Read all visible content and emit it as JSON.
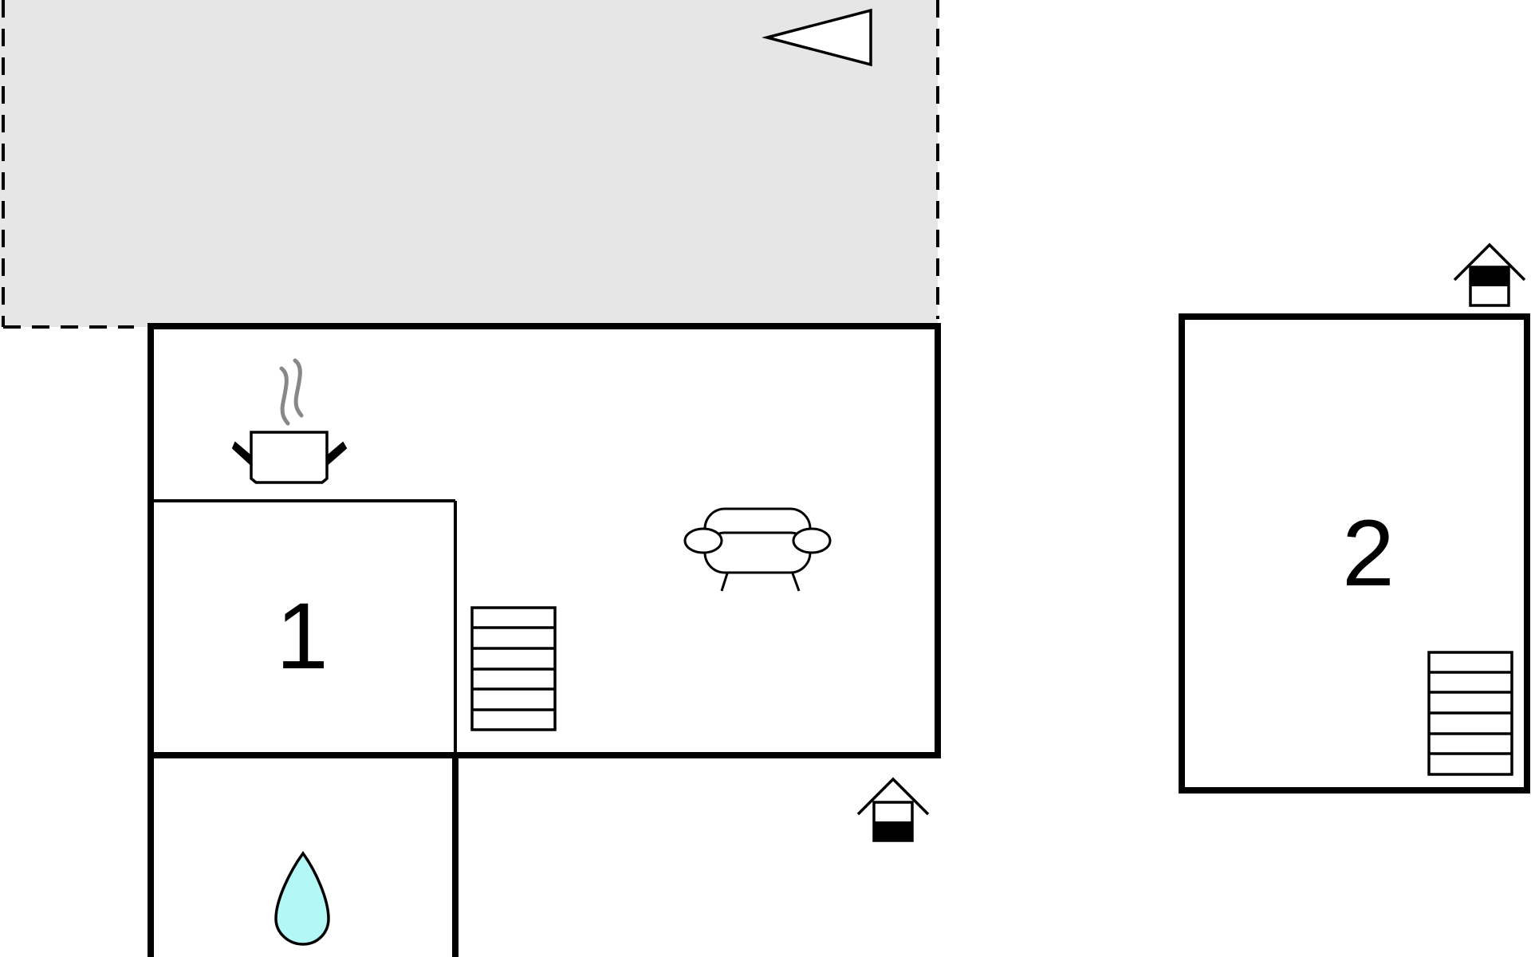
{
  "floorplan": {
    "rooms": [
      {
        "label": "1"
      },
      {
        "label": "2"
      }
    ],
    "symbols": [
      "terrace-area",
      "compass-north-icon",
      "kitchen-pot-icon",
      "sofa-icon",
      "stairs-icon",
      "bathroom-water-drop-icon",
      "entrance-house-icon"
    ],
    "colors": {
      "wall": "#000000",
      "terrace_fill": "#e6e6e6",
      "water_drop": "#b3f7f7",
      "steam": "#888888",
      "background": "#ffffff"
    }
  }
}
